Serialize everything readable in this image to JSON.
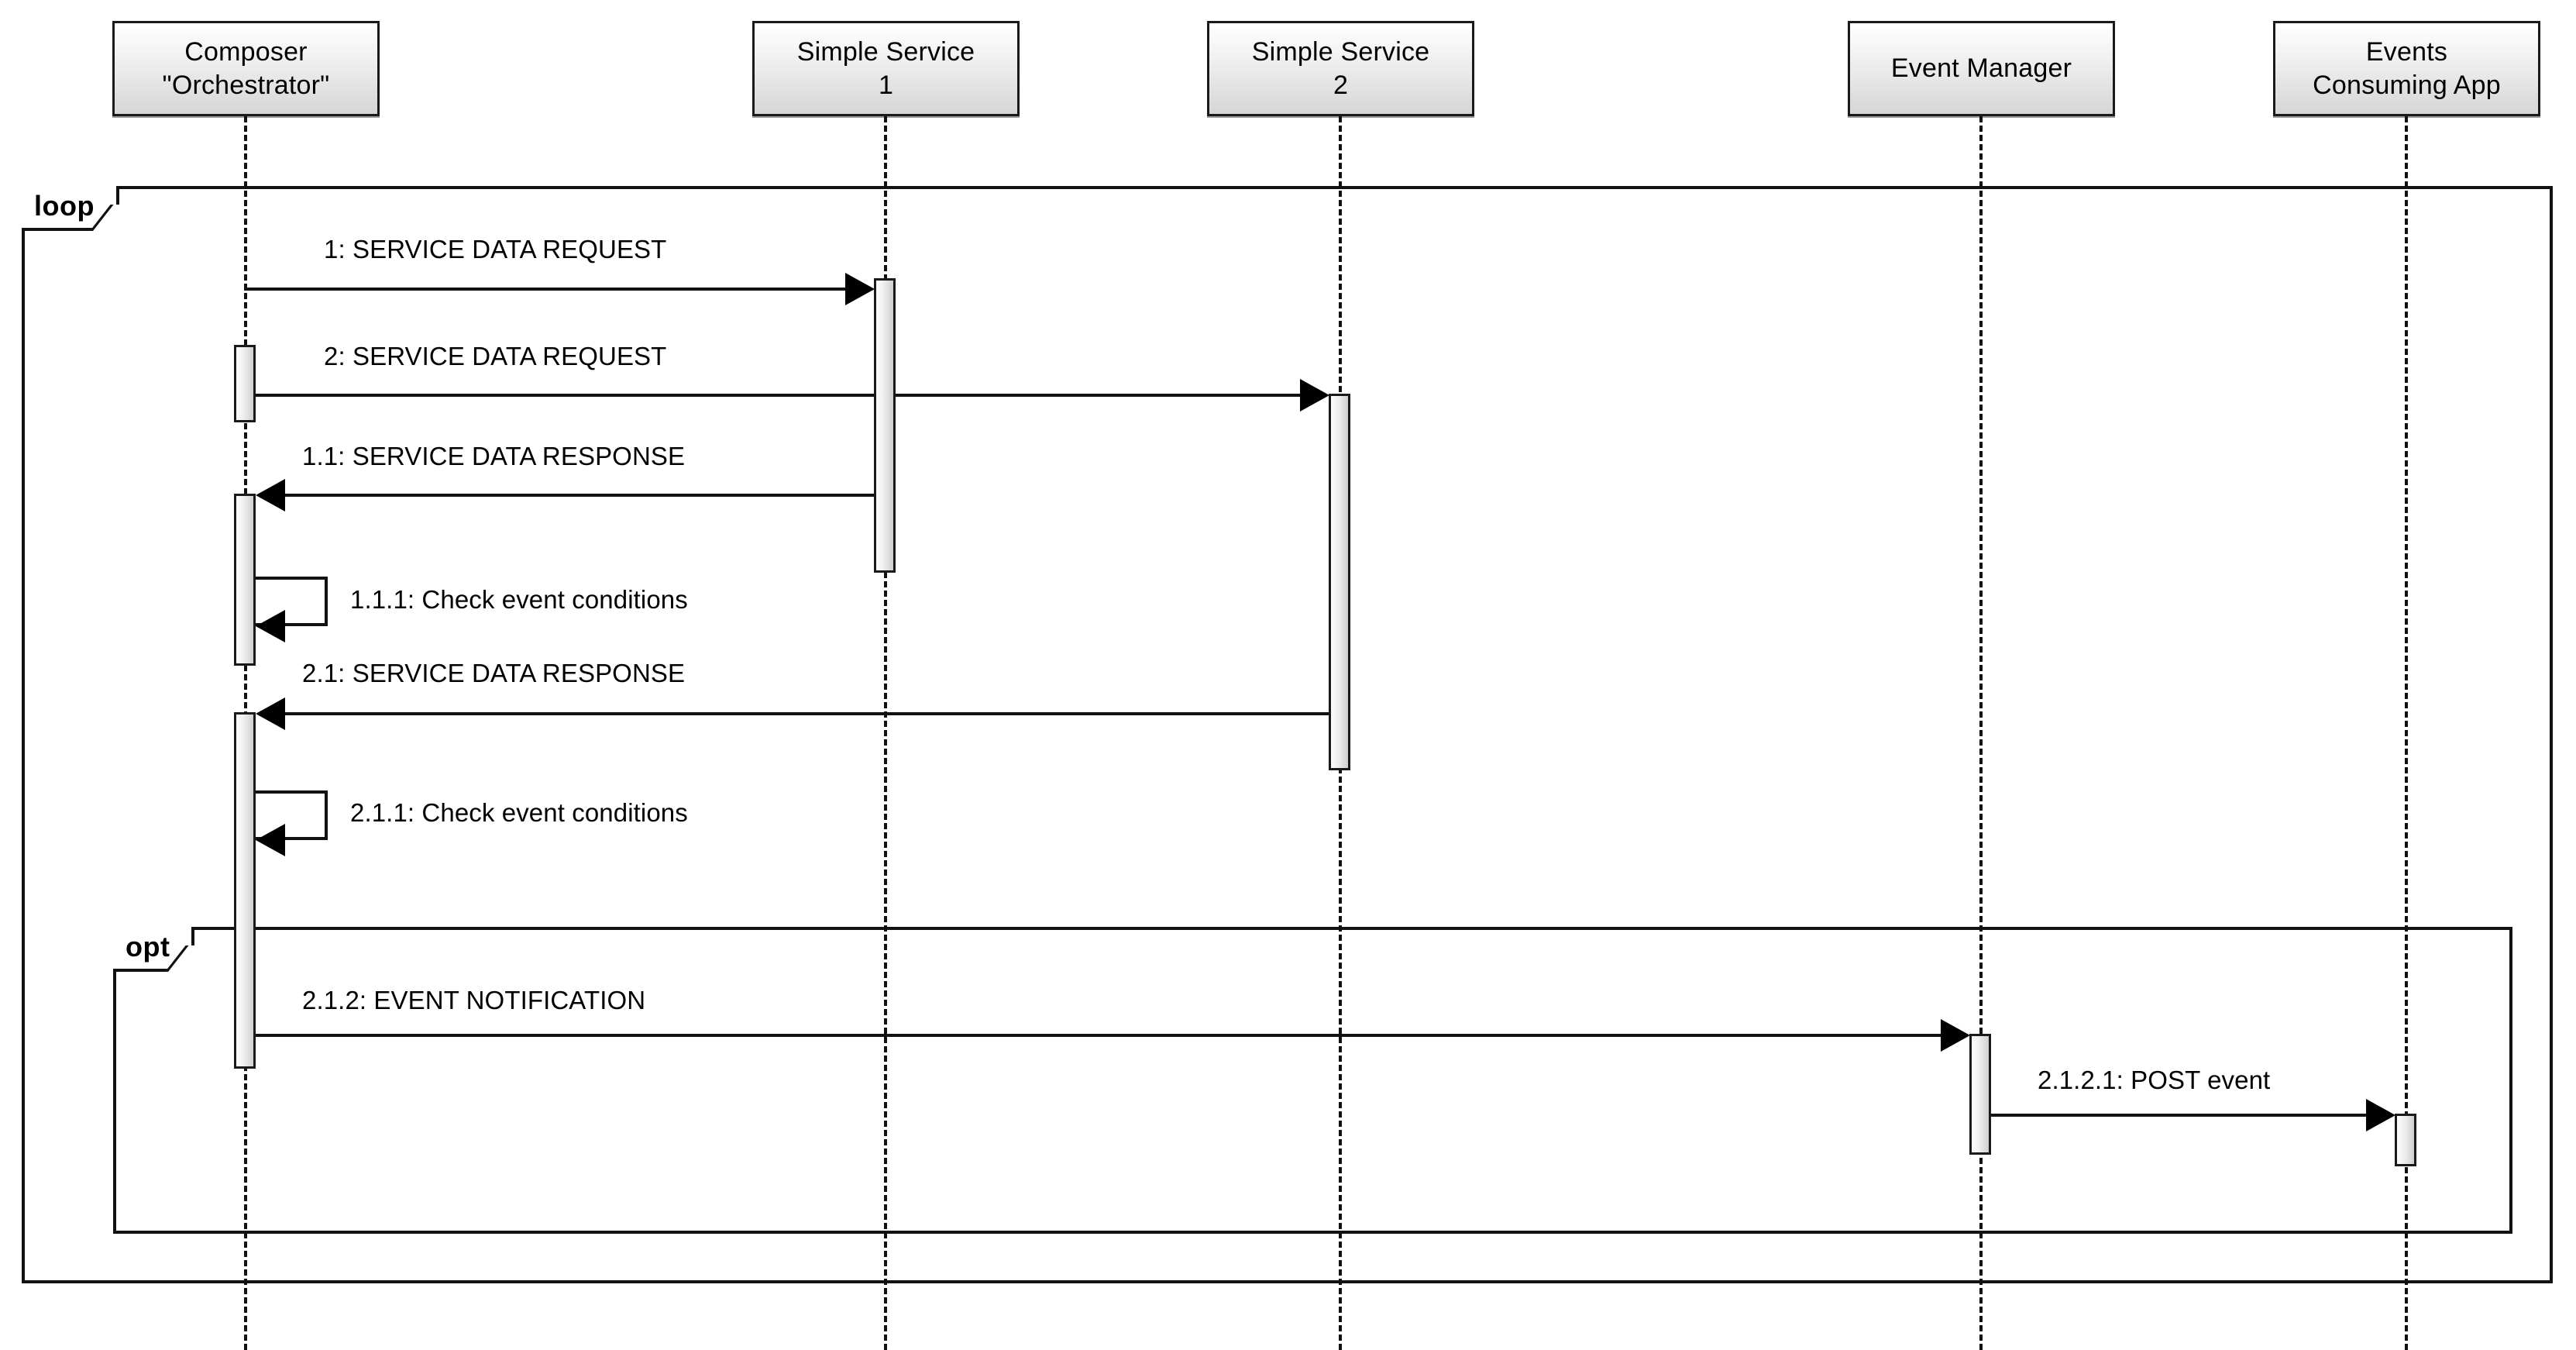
{
  "diagram": {
    "type": "uml-sequence-diagram",
    "participants": [
      {
        "id": "composer",
        "label": "Composer\n\"Orchestrator\""
      },
      {
        "id": "service1",
        "label": "Simple Service\n1"
      },
      {
        "id": "service2",
        "label": "Simple Service\n2"
      },
      {
        "id": "event_manager",
        "label": "Event Manager"
      },
      {
        "id": "events_app",
        "label": "Events\nConsuming App"
      }
    ],
    "fragments": [
      {
        "id": "loop",
        "label": "loop"
      },
      {
        "id": "opt",
        "label": "opt"
      }
    ],
    "messages": [
      {
        "id": "m1",
        "label": "1: SERVICE DATA REQUEST",
        "from": "composer",
        "to": "service1",
        "kind": "sync",
        "direction": "right"
      },
      {
        "id": "m2",
        "label": "2: SERVICE DATA REQUEST",
        "from": "composer",
        "to": "service2",
        "kind": "sync",
        "direction": "right"
      },
      {
        "id": "m11",
        "label": "1.1: SERVICE DATA RESPONSE",
        "from": "service1",
        "to": "composer",
        "kind": "sync",
        "direction": "left"
      },
      {
        "id": "m111",
        "label": "1.1.1: Check event conditions",
        "from": "composer",
        "to": "composer",
        "kind": "self",
        "direction": "self"
      },
      {
        "id": "m21",
        "label": "2.1: SERVICE DATA RESPONSE",
        "from": "service2",
        "to": "composer",
        "kind": "sync",
        "direction": "left"
      },
      {
        "id": "m211",
        "label": "2.1.1: Check event conditions",
        "from": "composer",
        "to": "composer",
        "kind": "self",
        "direction": "self"
      },
      {
        "id": "m212",
        "label": "2.1.2: EVENT NOTIFICATION",
        "from": "composer",
        "to": "event_manager",
        "kind": "sync",
        "direction": "right"
      },
      {
        "id": "m2121",
        "label": "2.1.2.1: POST event",
        "from": "event_manager",
        "to": "events_app",
        "kind": "sync",
        "direction": "right"
      }
    ],
    "colors": {
      "stroke": "#111111",
      "text": "#000000",
      "box_fill_top": "#ffffff",
      "box_fill_bottom": "#d6d6d6",
      "background": "#ffffff"
    }
  }
}
